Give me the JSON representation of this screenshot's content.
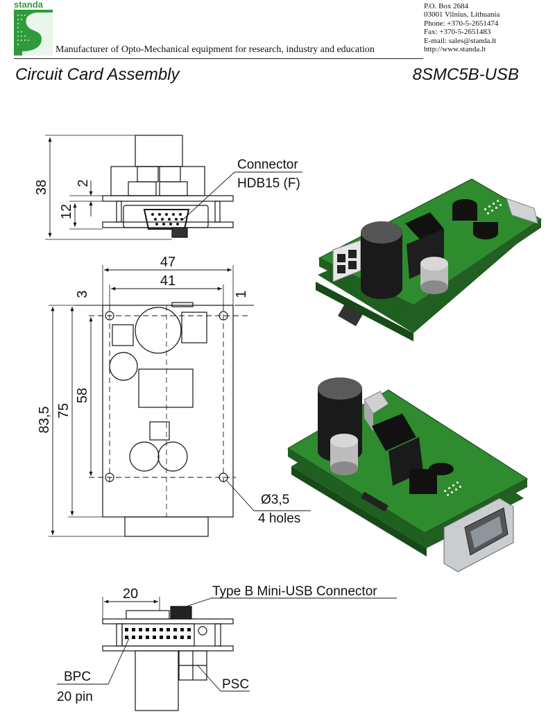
{
  "header": {
    "logo_text": "standa",
    "tagline": "Manufacturer of Opto-Mechanical equipment for research, industry and education",
    "contact": [
      "P.O. Box 2684",
      "03001 Vilnius, Lithuania",
      "Phone: +370-5-2651474",
      "Fax: +370-5-2651483",
      "E-mail: sales@standa.lt",
      "http://www.standa.lt"
    ]
  },
  "titles": {
    "left": "Circuit Card Assembly",
    "right": "8SMC5B-USB"
  },
  "colors": {
    "brand_green": "#2f9a3a",
    "pcb_green": "#2e8b2e",
    "pcb_dark": "#1f5f1f"
  },
  "front_view": {
    "dim_total_height": "38",
    "dim_top": "2",
    "dim_lower": "12",
    "connector_label_1": "Connector",
    "connector_label_2": "HDB15 (F)"
  },
  "top_view": {
    "dim_outer_width": "47",
    "dim_hole_width": "41",
    "dim_left_offset": "3",
    "dim_right_offset": "1",
    "dim_total_length": "83,5",
    "dim_board_length": "75",
    "dim_hole_spacing": "58",
    "hole_label_1": "Ø3,5",
    "hole_label_2": "4 holes"
  },
  "side_view": {
    "dim_width": "20",
    "usb_label": "Type B Mini-USB Connector",
    "bpc_label_1": "BPC",
    "bpc_label_2": "20 pin",
    "psc_label": "PSC"
  }
}
